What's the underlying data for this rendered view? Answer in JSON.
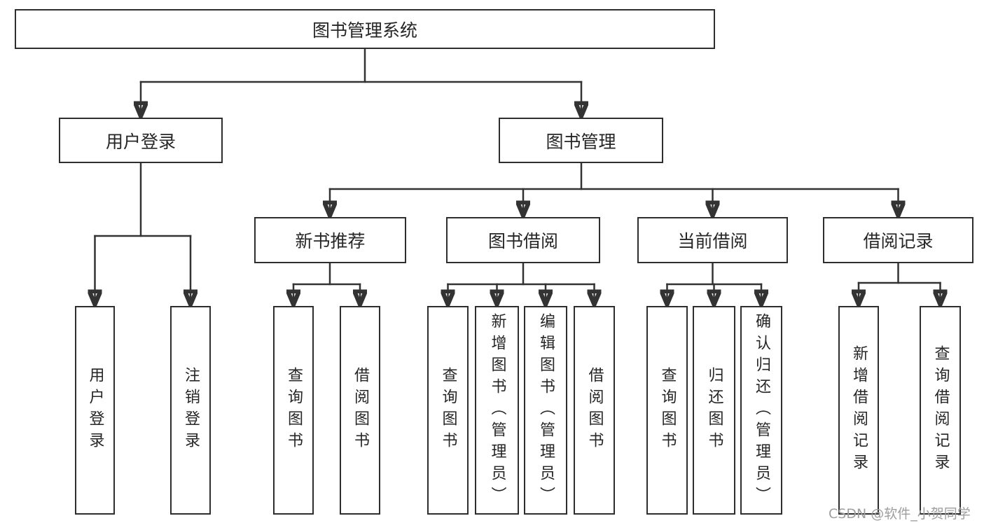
{
  "colors": {
    "line": "#333333",
    "box_border": "#2e2e2e",
    "text": "#262626",
    "background": "#ffffff",
    "watermark": "#9e9e9e"
  },
  "watermark": {
    "text": "CSDN @软件_小贺同学"
  },
  "tree": {
    "label": "图书管理系统",
    "children": [
      {
        "label": "用户登录",
        "children": [
          {
            "label": "用户登录"
          },
          {
            "label": "注销登录"
          }
        ]
      },
      {
        "label": "图书管理",
        "children": [
          {
            "label": "新书推荐",
            "children": [
              {
                "label": "查询图书"
              },
              {
                "label": "借阅图书"
              }
            ]
          },
          {
            "label": "图书借阅",
            "children": [
              {
                "label": "查询图书"
              },
              {
                "label": "新增图书（管理员）"
              },
              {
                "label": "编辑图书（管理员）"
              },
              {
                "label": "借阅图书"
              }
            ]
          },
          {
            "label": "当前借阅",
            "children": [
              {
                "label": "查询图书"
              },
              {
                "label": "归还图书"
              },
              {
                "label": "确认归还（管理员）"
              }
            ]
          },
          {
            "label": "借阅记录",
            "children": [
              {
                "label": "新增借阅记录"
              },
              {
                "label": "查询借阅记录"
              }
            ]
          }
        ]
      }
    ]
  }
}
